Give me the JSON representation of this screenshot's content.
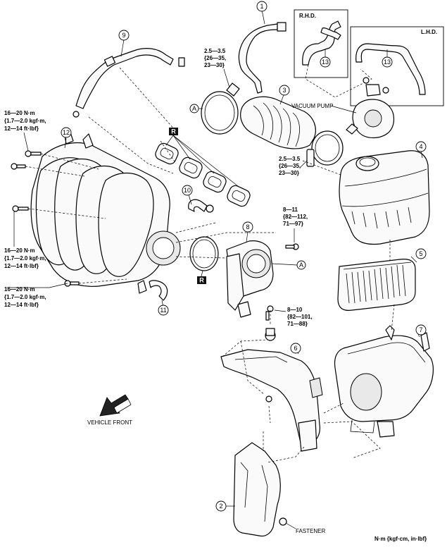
{
  "callouts": {
    "p1": "1",
    "p2": "2",
    "p3": "3",
    "p4": "4",
    "p5": "5",
    "p6": "6",
    "p7": "7",
    "p8": "8",
    "p9": "9",
    "p10": "10",
    "p11": "11",
    "p12": "12",
    "p13a": "13",
    "p13b": "13"
  },
  "ref_markers": {
    "a1": "A",
    "a2": "A"
  },
  "badges": {
    "r1": "R",
    "r2": "R"
  },
  "labels": {
    "rhd": "R.H.D.",
    "lhd": "L.H.D.",
    "vacuum_pump": "VACUUM PUMP",
    "vehicle_front": "VEHICLE FRONT",
    "fastener": "FASTENER",
    "units": "N·m {kgf·cm, in·lbf}"
  },
  "torques": {
    "hose_clamp_top": [
      "2.5—3.5",
      "{26—35,",
      "23—30}"
    ],
    "hose_clamp_mid": [
      "2.5—3.5",
      "{26—35,",
      "23—30}"
    ],
    "throttle_upper": [
      "8—11",
      "{82—112,",
      "71—97}"
    ],
    "throttle_lower": [
      "8—10",
      "{82—101,",
      "71—88}"
    ],
    "manifold_upper": [
      "16—20 N·m",
      "{1.7—2.0 kgf·m,",
      "12—14 ft·lbf}"
    ],
    "manifold_mid": [
      "16—20 N·m",
      "{1.7—2.0 kgf·m,",
      "12—14 ft·lbf}"
    ],
    "manifold_lower": [
      "16—20 N·m",
      "{1.7—2.0 kgf·m,",
      "12—14 ft·lbf}"
    ]
  }
}
